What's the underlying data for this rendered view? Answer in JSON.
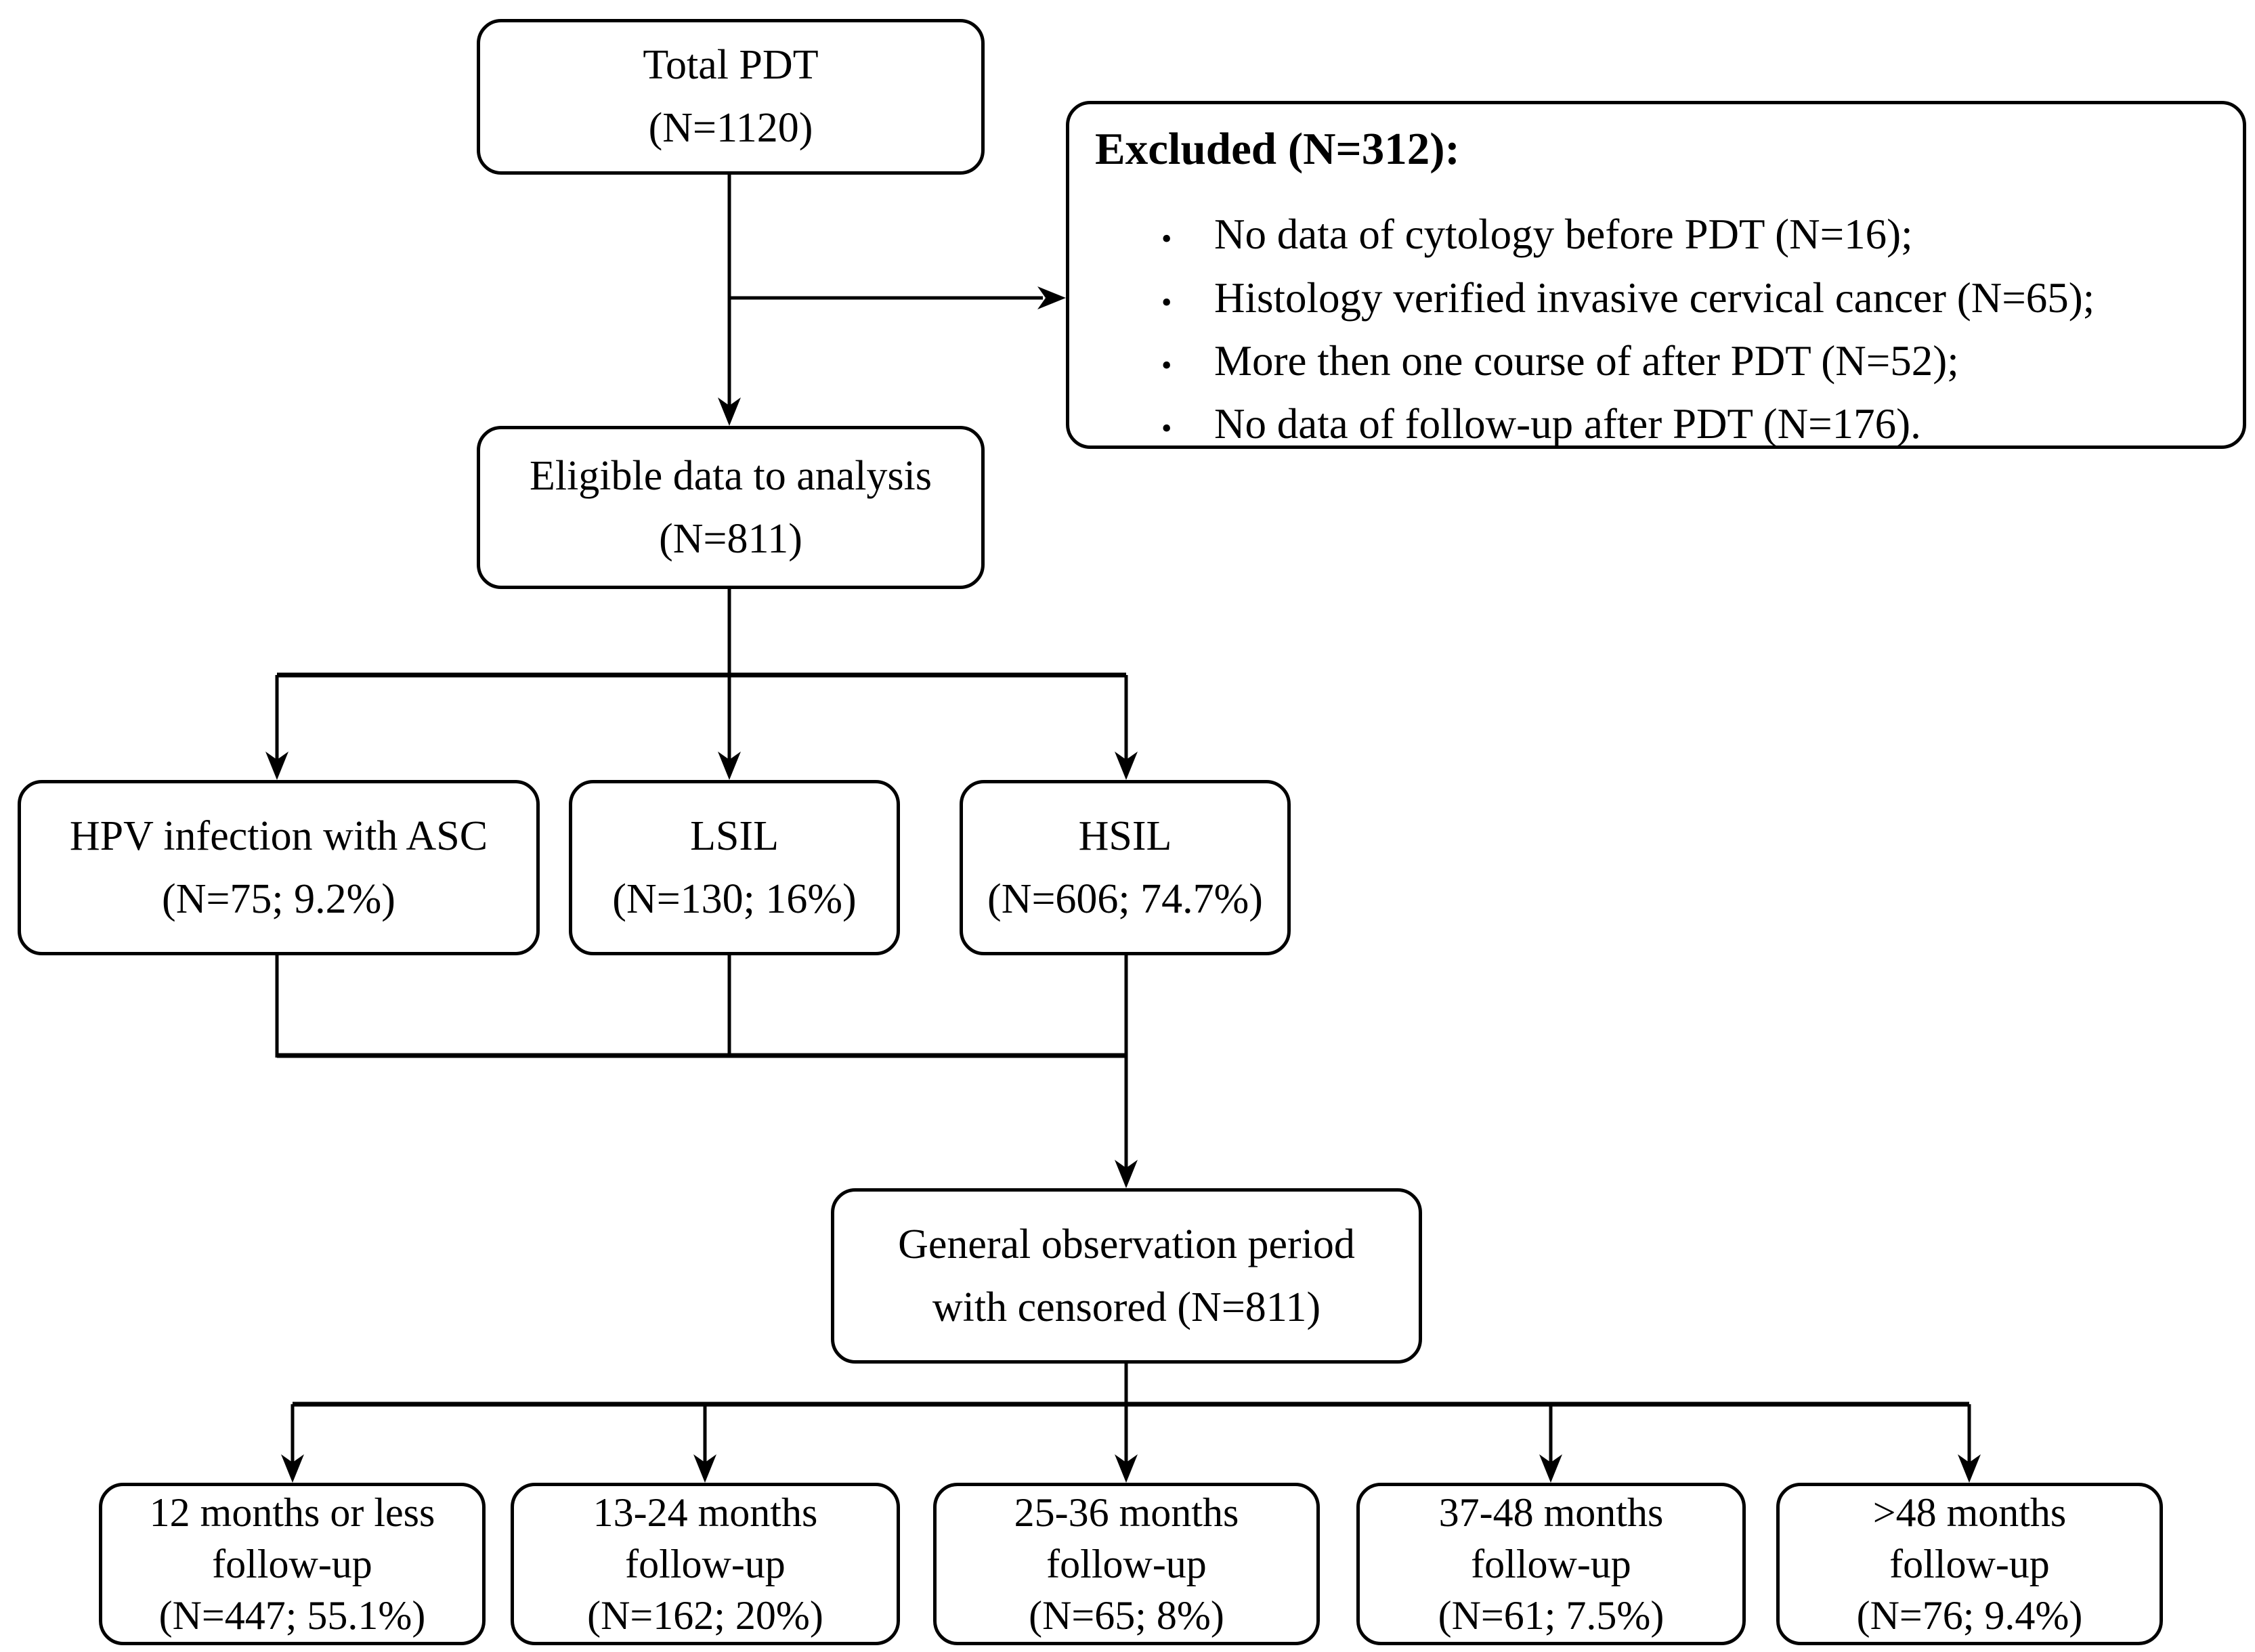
{
  "colors": {
    "ink": "#000000",
    "background": "#ffffff"
  },
  "total": {
    "title": "Total PDT",
    "n": "(N=1120)"
  },
  "excluded": {
    "title": "Excluded (N=312):",
    "bullet": "•",
    "items": [
      "No data of cytology before PDT (N=16);",
      "Histology verified invasive cervical cancer (N=65);",
      "More then one course of after PDT (N=52);",
      "No data of follow-up after PDT (N=176)."
    ]
  },
  "eligible": {
    "title": "Eligible data to analysis",
    "n": "(N=811)"
  },
  "groups": [
    {
      "title": "HPV infection with ASC",
      "n": "(N=75; 9.2%)"
    },
    {
      "title": "LSIL",
      "n": "(N=130; 16%)"
    },
    {
      "title": "HSIL",
      "n": "(N=606; 74.7%)"
    }
  ],
  "observation": {
    "line1": "General observation period",
    "line2": "with censored (N=811)"
  },
  "followups": [
    {
      "line1": "12 months or less",
      "line2": "follow-up",
      "n": "(N=447; 55.1%)"
    },
    {
      "line1": "13-24 months",
      "line2": "follow-up",
      "n": "(N=162; 20%)"
    },
    {
      "line1": "25-36 months",
      "line2": "follow-up",
      "n": "(N=65; 8%)"
    },
    {
      "line1": "37-48 months",
      "line2": "follow-up",
      "n": "(N=61; 7.5%)"
    },
    {
      "line1": ">48 months",
      "line2": "follow-up",
      "n": "(N=76; 9.4%)"
    }
  ]
}
